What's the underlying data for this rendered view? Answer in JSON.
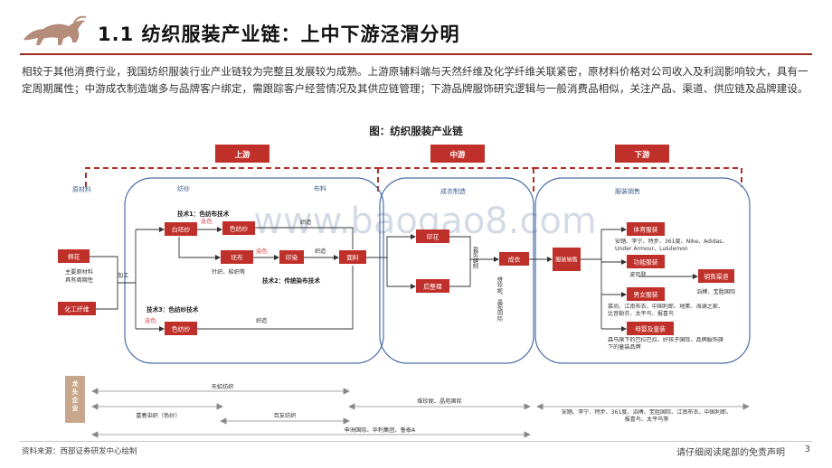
{
  "header": {
    "title": "1.1 纺织服装产业链：上中下游泾渭分明",
    "logo_icon": "bull-logo-icon"
  },
  "intro": "相较于其他消费行业，我国纺织服装行业产业链较为完整且发展较为成熟。上游原辅料端与天然纤维及化学纤维关联紧密，原材料价格对公司收入及利润影响较大，具有一定周期属性；中游成衣制造端多与品牌客户绑定，需跟踪客户经营情况及其供应链管理；下游品牌服饰研究逻辑与一般消费品相似，关注产品、渠道、供应链及品牌建设。",
  "figure_caption": "图：纺织服装产业链",
  "watermark": "www.baogao8.com",
  "diagram": {
    "stage_tags": {
      "upstream": "上游",
      "midstream": "中游",
      "downstream": "下游"
    },
    "section_labels": {
      "raw_material": "原材料",
      "yarn": "纺纱",
      "fabric": "布料",
      "garment_mfg": "成衣制造",
      "apparel_sales": "服装销售"
    },
    "boxes": {
      "cotton": "棉花",
      "chem_fiber": "化工纤维",
      "white_yarn": "白坯纱",
      "dyed_yarn_1": "色纺纱",
      "grey_cloth": "坯布",
      "printing": "印染",
      "fabric_out": "面料",
      "dyed_yarn_3": "色纺纱",
      "print_emb": "印花",
      "finishing": "后整理",
      "garment": "成衣",
      "apparel_sales_box": "服装销售",
      "sportswear": "体育服装",
      "functional": "功能服装",
      "menswomens": "男女服装",
      "baby_kids": "母婴及童装",
      "sales_channel": "销售渠道"
    },
    "labels": {
      "main_raw": "主要原材料",
      "cyclical": "具有周期性",
      "process": "加工",
      "tech1": "技术1：色纺布技术",
      "dye": "染色",
      "weave": "织造",
      "tech2": "技术2：传统染布技术",
      "knit": "针织、梭织等",
      "dye2": "染色",
      "weave2": "织造",
      "tech3": "技术3：色纺纱技术",
      "dye3": "染色",
      "weave3": "织造",
      "cut": "裁剪缝制",
      "mid_cos": "维珍妮、晶苑国际",
      "sports_brands": "安踏、李宁、特步、361度、Nike、Adidas、Under Armour、Lululemon",
      "functional_brands": "波司登",
      "channel_cos": "滔搏、宝胜国际",
      "mens_brands": "慕尚、江南布衣、中国利郎、地素、海澜之家、比音勒芬、太平鸟、报喜鸟",
      "kids_brands": "森马旗下的巴拉巴拉、好孩子国际、品牌服饰旗下的童装品牌"
    },
    "leaders": {
      "label": "龙头企业",
      "row1": "天虹纺织",
      "row2": "富春染织（色纱）",
      "row2b": "维珍妮、晶苑国际",
      "row3": "百友纺织",
      "row4": "申洲国际、华利集团、鲁泰A",
      "downstream": "安踏、李宁、特步、361度、滔搏、宝胜国际、江南布衣、中国利郎、报喜鸟、太平鸟等"
    }
  },
  "footer": {
    "source": "资料来源：西部证券研发中心绘制",
    "disclaimer": "请仔细阅读尾部的免责声明",
    "page": "3"
  },
  "colors": {
    "accent_red": "#9e2a23",
    "box_red": "#c0302a",
    "frame_blue": "#4a6ea8"
  }
}
